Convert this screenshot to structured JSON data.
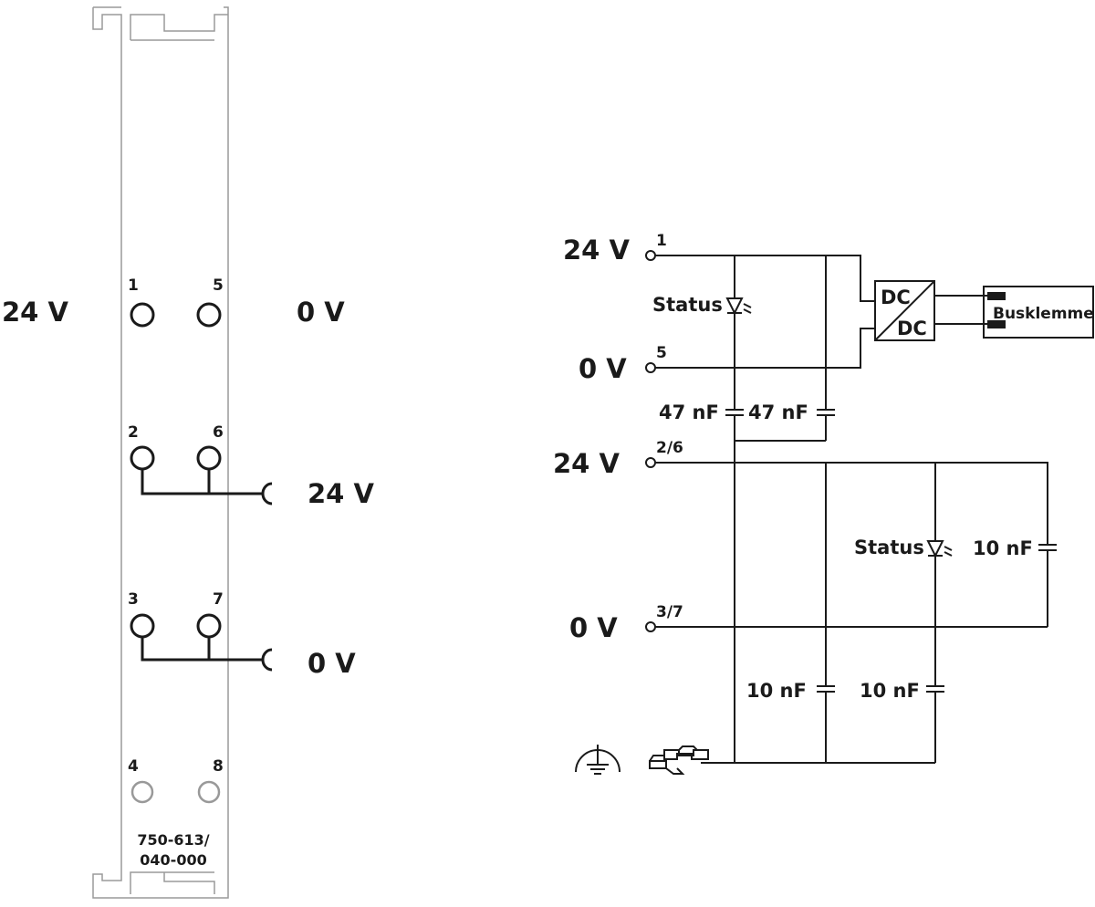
{
  "module": {
    "part_number_line1": "750-613/",
    "part_number_line2": "040-000",
    "terminals": [
      {
        "id": "1",
        "label": "1"
      },
      {
        "id": "5",
        "label": "5"
      },
      {
        "id": "2",
        "label": "2"
      },
      {
        "id": "6",
        "label": "6"
      },
      {
        "id": "3",
        "label": "3"
      },
      {
        "id": "7",
        "label": "7"
      },
      {
        "id": "4",
        "label": "4"
      },
      {
        "id": "8",
        "label": "8"
      }
    ],
    "left_label_24v": "24 V",
    "right_label_0v": "0 V",
    "out_label_24v": "24 V",
    "out_label_0v": "0 V"
  },
  "schematic": {
    "in_24v": "24 V",
    "in_0v": "0 V",
    "bus_24v": "24 V",
    "bus_0v": "0 V",
    "pin_1": "1",
    "pin_5": "5",
    "pin_26": "2/6",
    "pin_37": "3/7",
    "status_top": "Status",
    "status_bottom": "Status",
    "cap_47a": "47 nF",
    "cap_47b": "47 nF",
    "cap_10_right": "10 nF",
    "cap_10_bl": "10 nF",
    "cap_10_br": "10 nF",
    "dcdc_in": "DC",
    "dcdc_out": "DC",
    "busklemmen": "Busklemmen"
  },
  "colors": {
    "ink": "#1a1a1a",
    "panel_outline": "#9a9a9a",
    "inactive_terminal": "#999999"
  }
}
